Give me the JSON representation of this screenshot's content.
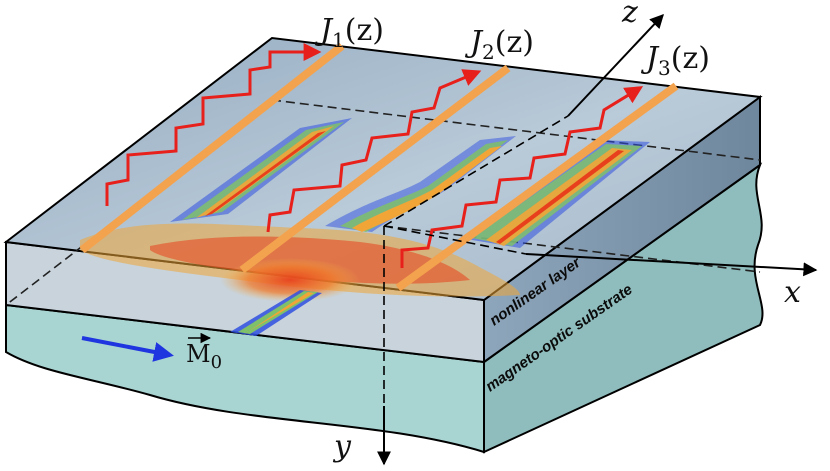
{
  "labels": {
    "j1": {
      "letter": "J",
      "sub": "1",
      "arg": "(z)"
    },
    "j2": {
      "letter": "J",
      "sub": "2",
      "arg": "(z)"
    },
    "j3": {
      "letter": "J",
      "sub": "3",
      "arg": "(z)"
    },
    "axis_x": "x",
    "axis_y": "y",
    "axis_z": "z",
    "magnetization": {
      "letter": "M",
      "sub": "0"
    },
    "nonlinear_layer": "nonlinear layer",
    "substrate": "magneto-optic substrate"
  },
  "colors": {
    "top_face": "#a9bccd",
    "front_face": "#c8d3dc",
    "right_face": "#7e97ad",
    "substrate_front": "#a8d4d2",
    "substrate_right": "#8fbcbc",
    "strip": "#f3a24e",
    "current_arrow": "#e8201b",
    "magnetization_arrow": "#1f35e0",
    "beam_hot": "#e8401c",
    "beam_warm": "#f1a537",
    "beam_mid": "#7fc06a",
    "beam_edge": "#3050e0"
  },
  "icons": {
    "current_arrow": "zigzag-arrow-icon",
    "magnetization_arrow": "right-arrow-icon"
  }
}
